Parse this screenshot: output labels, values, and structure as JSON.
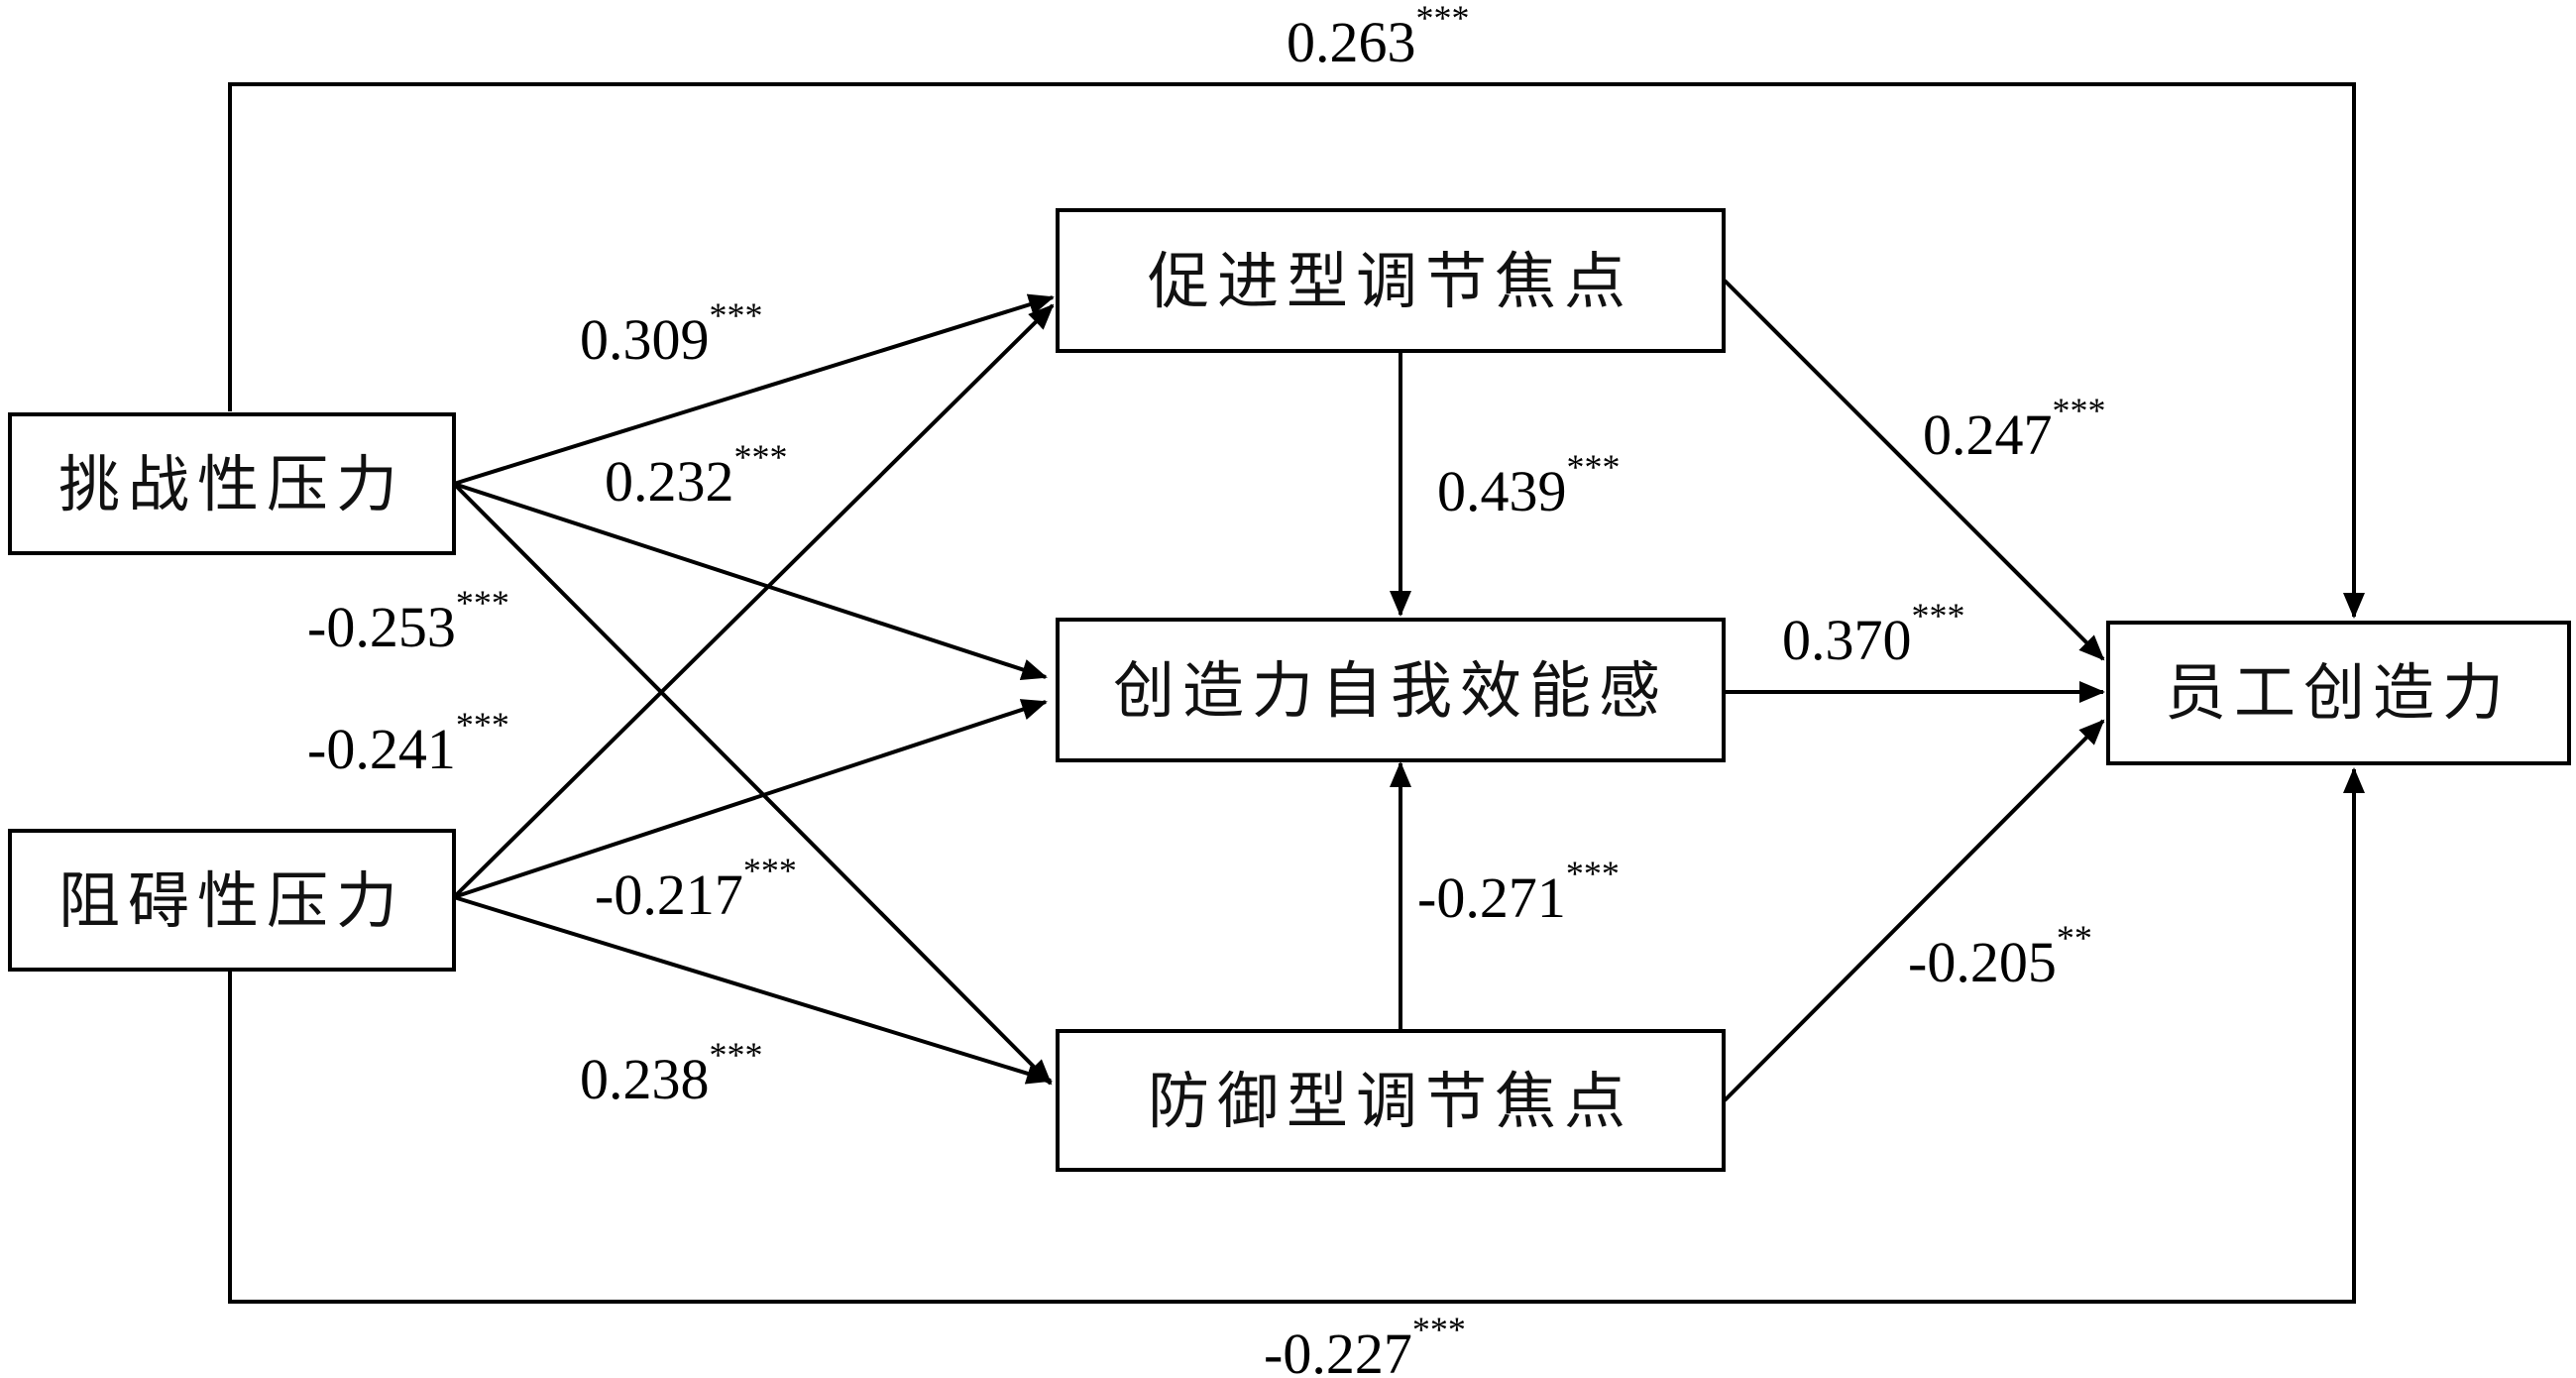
{
  "nodes": {
    "challenge_stress": "挑战性压力",
    "hindrance_stress": "阻碍性压力",
    "promotion_focus": "促进型调节焦点",
    "creative_self_efficacy": "创造力自我效能感",
    "prevention_focus": "防御型调节焦点",
    "employee_creativity": "员工创造力"
  },
  "paths": {
    "challenge_to_creativity": {
      "value": "0.263",
      "sig": "***"
    },
    "challenge_to_promotion": {
      "value": "0.309",
      "sig": "***"
    },
    "challenge_to_efficacy": {
      "value": "0.232",
      "sig": "***"
    },
    "challenge_to_prevention": {
      "value": "-0.253",
      "sig": "***"
    },
    "hindrance_to_promotion": {
      "value": "-0.241",
      "sig": "***"
    },
    "hindrance_to_efficacy": {
      "value": "-0.217",
      "sig": "***"
    },
    "hindrance_to_prevention": {
      "value": "0.238",
      "sig": "***"
    },
    "promotion_to_efficacy": {
      "value": "0.439",
      "sig": "***"
    },
    "prevention_to_efficacy": {
      "value": "-0.271",
      "sig": "***"
    },
    "promotion_to_creativity": {
      "value": "0.247",
      "sig": "***"
    },
    "efficacy_to_creativity": {
      "value": "0.370",
      "sig": "***"
    },
    "prevention_to_creativity": {
      "value": "-0.205",
      "sig": "**"
    },
    "hindrance_to_creativity": {
      "value": "-0.227",
      "sig": "***"
    }
  }
}
